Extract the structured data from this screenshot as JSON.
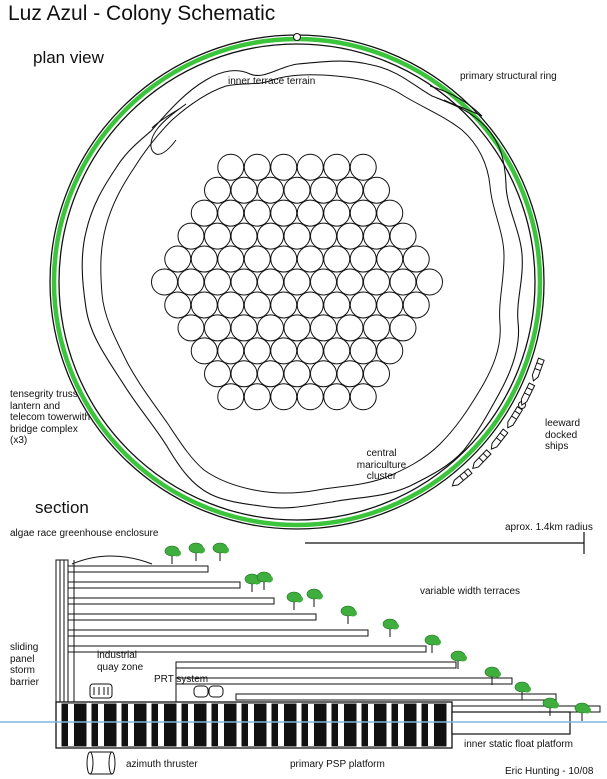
{
  "title": "Luz Azul - Colony Schematic",
  "plan": {
    "heading": "plan view",
    "labels": {
      "inner_terrace": "inner terrace terrain",
      "primary_ring": "primary structural ring",
      "tensegrity": "tensegrity truss lantern and telecom towerwith bridge complex (x3)",
      "leeward": "leeward docked ships",
      "central": "central mariculture cluster"
    },
    "colors": {
      "ring": "#3cc43c"
    }
  },
  "section": {
    "heading": "section",
    "labels": {
      "algae": "algae race greenhouse enclosure",
      "radius": "aprox. 1.4km radius",
      "terraces": "variable width terraces",
      "sliding": "sliding panel storm barrier",
      "industrial": "industrial quay zone",
      "prt": "PRT system",
      "inner_float": "inner static float platform",
      "azimuth": "azimuth thruster",
      "psp": "primary PSP platform"
    },
    "colors": {
      "water": "#7fb8dc",
      "tree": "#3fae3f"
    }
  },
  "credit": "Eric Hunting - 10/08"
}
